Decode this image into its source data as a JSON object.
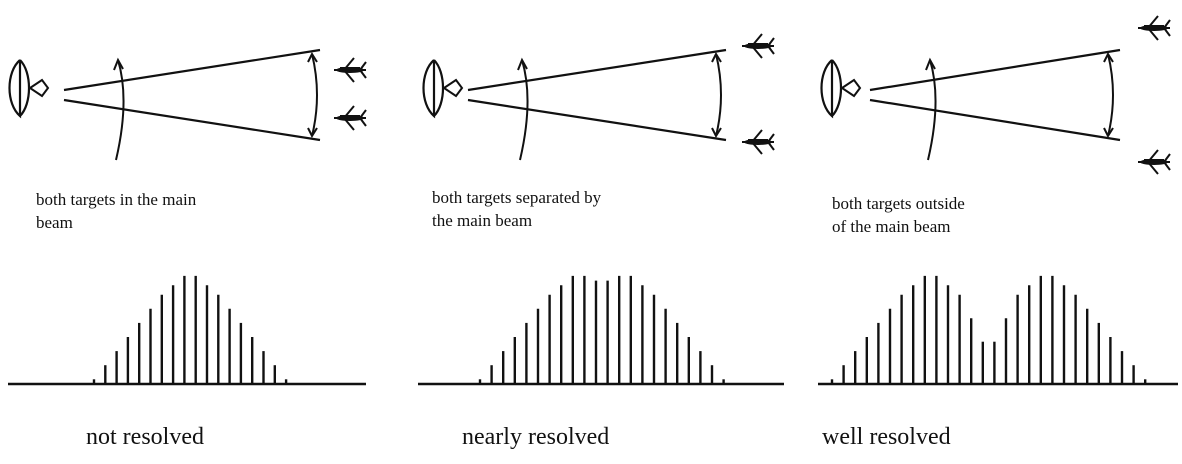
{
  "panels": [
    {
      "caption": "both targets in the main\nbeam",
      "result": "not resolved",
      "bars": [
        2,
        8,
        14,
        20,
        26,
        32,
        38,
        42,
        46,
        46,
        42,
        38,
        32,
        26,
        20,
        14,
        8,
        2
      ]
    },
    {
      "caption": "both targets separated by\nthe main beam",
      "result": "nearly resolved",
      "bars": [
        2,
        8,
        14,
        20,
        26,
        32,
        38,
        42,
        46,
        46,
        44,
        44,
        46,
        46,
        42,
        38,
        32,
        26,
        20,
        14,
        8,
        2
      ]
    },
    {
      "caption": "both targets outside\nof the main beam",
      "result": "well resolved",
      "bars": [
        2,
        8,
        14,
        20,
        26,
        32,
        38,
        42,
        46,
        46,
        42,
        38,
        28,
        18,
        18,
        28,
        38,
        42,
        46,
        46,
        42,
        38,
        32,
        26,
        20,
        14,
        8,
        2
      ]
    }
  ]
}
